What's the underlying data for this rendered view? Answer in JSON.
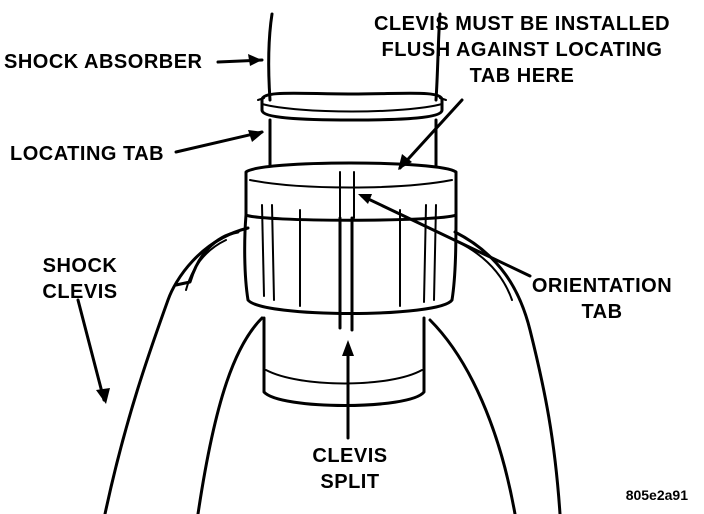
{
  "labels": {
    "shock_absorber": "SHOCK ABSORBER",
    "clevis_note_line1": "CLEVIS MUST BE INSTALLED",
    "clevis_note_line2": "FLUSH AGAINST LOCATING",
    "clevis_note_line3": "TAB HERE",
    "locating_tab": "LOCATING TAB",
    "shock_clevis_line1": "SHOCK",
    "shock_clevis_line2": "CLEVIS",
    "orientation_tab_line1": "ORIENTATION",
    "orientation_tab_line2": "TAB",
    "clevis_split_line1": "CLEVIS",
    "clevis_split_line2": "SPLIT"
  },
  "figure_id": "805e2a91"
}
